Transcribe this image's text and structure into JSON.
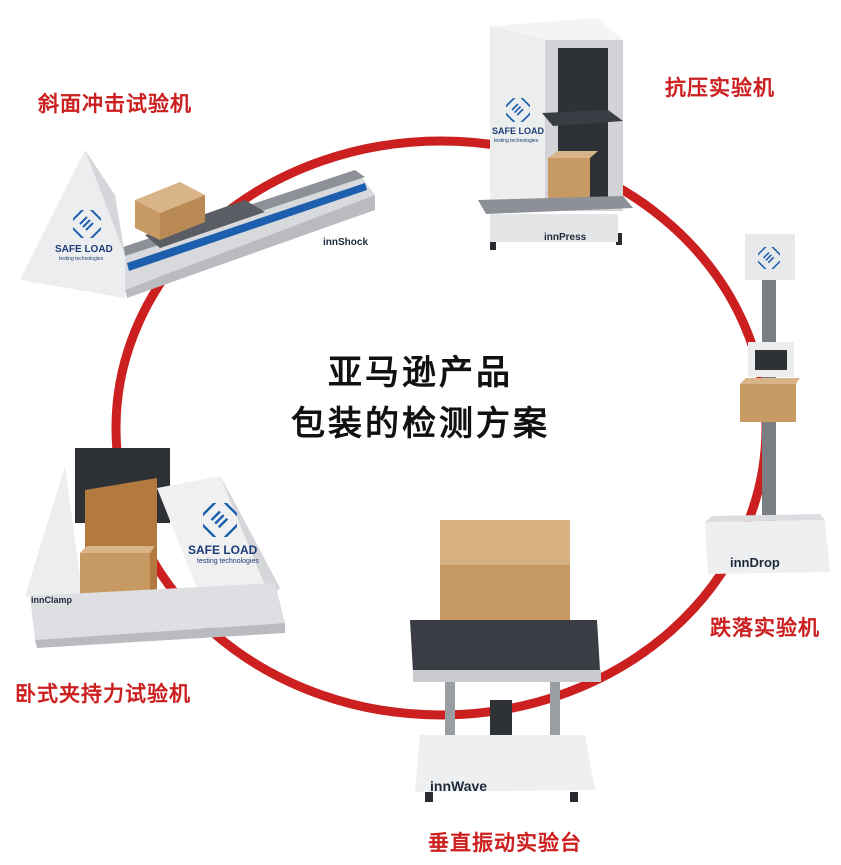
{
  "title": {
    "line1": "亚马逊产品",
    "line2": "包装的检测方案"
  },
  "machines": [
    {
      "label": "斜面冲击试验机",
      "brand": "innShock"
    },
    {
      "label": "抗压实验机",
      "brand": "innPress"
    },
    {
      "label": "跌落实验机",
      "brand": "innDrop"
    },
    {
      "label": "垂直振动实验台",
      "brand": "innWave"
    },
    {
      "label": "卧式夹持力试验机",
      "brand": "innClamp"
    }
  ],
  "logo": {
    "name": "SAFE LOAD",
    "tagline": "testing technologies"
  },
  "colors": {
    "ring": "#cc1f1f",
    "label": "#cc1f1f",
    "machine_body": "#e9eaec",
    "cardboard": "#c89a63",
    "logo_blue": "#1c5fae"
  }
}
